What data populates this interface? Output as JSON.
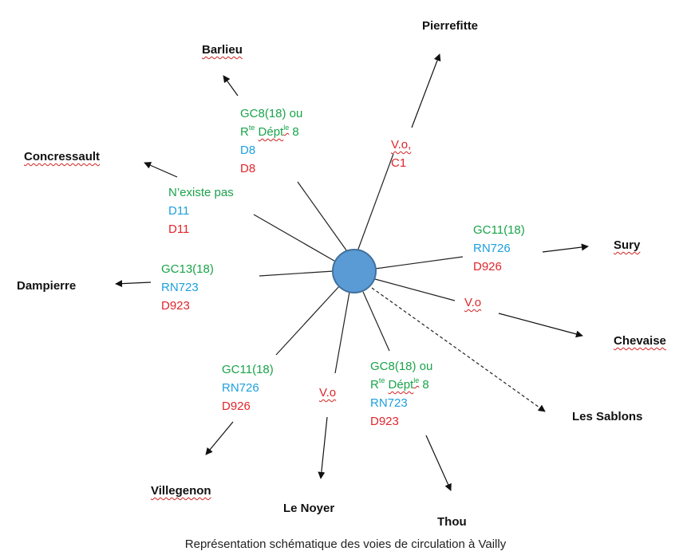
{
  "places": {
    "pierrefitte": "Pierrefitte",
    "barlieu": "Barlieu",
    "concressault": "Concressault",
    "dampierre": "Dampierre",
    "villegenon": "Villegenon",
    "le_noyer": "Le Noyer",
    "thou": "Thou",
    "les_sablons": "Les Sablons",
    "chevaise": "Chevaise",
    "sury": "Sury"
  },
  "roads": {
    "barlieu": {
      "line1": "GC8(18) ou",
      "line2_prefix": "R",
      "line2_sup1": "te",
      "line2_word": "Dépt",
      "line2_sup2": "le",
      "line2_suffix": " 8",
      "line3": "D8",
      "line4": "D8"
    },
    "pierrefitte": {
      "line1": "V.o,",
      "line2": "C1"
    },
    "concressault": {
      "line1": "N’existe  pas",
      "line2": "D11",
      "line3": "D11"
    },
    "sury": {
      "line1": "GC11(18)",
      "line2": "RN726",
      "line3": "D926"
    },
    "dampierre": {
      "line1": "GC13(18)",
      "line2": "RN723",
      "line3": "D923"
    },
    "chevaise": {
      "line1": "V.o"
    },
    "villegenon": {
      "line1": "GC11(18)",
      "line2": "RN726",
      "line3": "D926"
    },
    "le_noyer": {
      "line1": "V.o"
    },
    "thou": {
      "line1": "GC8(18) ou",
      "line2_prefix": "R",
      "line2_sup1": "te",
      "line2_word": "Dépt",
      "line2_sup2": "le",
      "line2_suffix": " 8",
      "line3": "RN723",
      "line4": "D923"
    }
  },
  "caption": "Représentation schématique des voies de circulation à Vailly",
  "colors": {
    "hub_fill": "#5b9bd5",
    "hub_stroke": "#41719c",
    "gc_label": "#1aa34a",
    "rn_label": "#1ea0dc",
    "d_label": "#e0262b"
  }
}
